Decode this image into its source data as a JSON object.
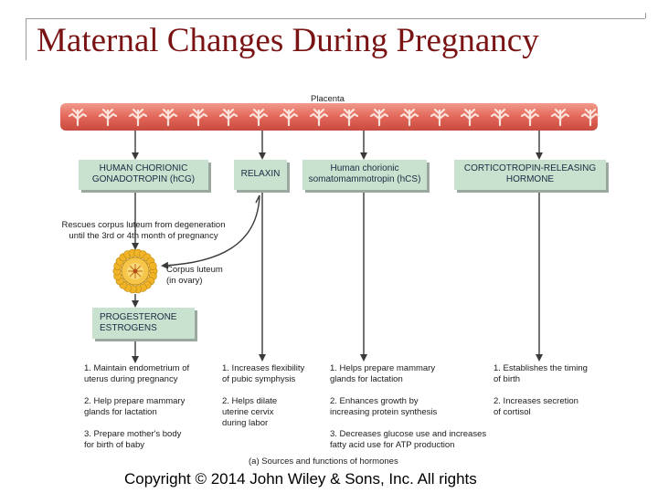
{
  "title": "Maternal Changes During Pregnancy",
  "placenta_label": "Placenta",
  "hormones": [
    {
      "label": "HUMAN CHORIONIC\nGONADOTROPIN (hCG)"
    },
    {
      "label": "RELAXIN"
    },
    {
      "label": "Human chorionic\nsomatomammotropin (hCS)"
    },
    {
      "label": "CORTICOTROPIN-RELEASING\nHORMONE"
    }
  ],
  "rescue_text": "Rescues corpus luteum from degeneration\nuntil the 3rd or 4th month of pregnancy",
  "corpus_luteum_label": "Corpus luteum\n(in ovary)",
  "progesterone_label": "PROGESTERONE\nESTROGENS",
  "functions": {
    "progesterone_estrogens": [
      "1. Maintain endometrium of\n    uterus during pregnancy",
      "2. Help prepare mammary\n    glands for lactation",
      "3. Prepare mother's body\n    for birth of baby"
    ],
    "relaxin": [
      "1. Increases flexibility\n    of pubic symphysis",
      "2. Helps dilate\n    uterine cervix\n    during labor"
    ],
    "hcs": [
      "1. Helps prepare mammary\n    glands for lactation",
      "2. Enhances growth by\n    increasing protein synthesis",
      "3. Decreases glucose use and increases\n    fatty acid use for ATP production"
    ],
    "crh": [
      "1. Establishes the timing\n    of birth",
      "2. Increases secretion\n    of cortisol"
    ]
  },
  "caption": "(a) Sources and functions of hormones",
  "copyright": "Copyright © 2014 John Wiley & Sons, Inc. All rights",
  "colors": {
    "title": "#7a1414",
    "placenta": "#e2675a",
    "placenta_dark": "#c0473b",
    "box_fill": "#c9e2cf",
    "box_shadow": "#9aa8a0",
    "corpus_luteum": "#f1b429",
    "arrow": "#3a3a3a"
  }
}
